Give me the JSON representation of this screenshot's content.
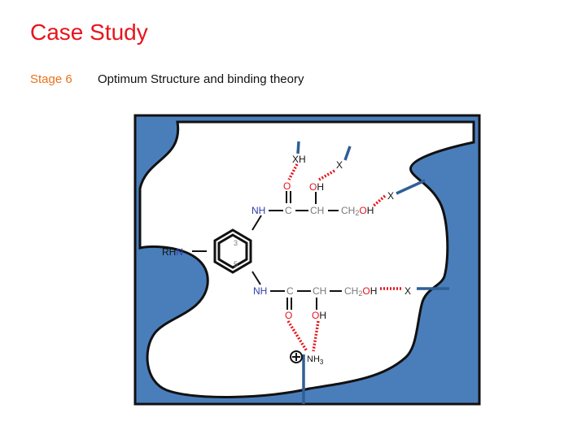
{
  "slide": {
    "title": "Case Study",
    "stage_label": "Stage 6",
    "subtitle": "Optimum Structure and binding theory"
  },
  "colors": {
    "title": "#e8141b",
    "stage": "#e8731a",
    "site_blue": "#4a7ebb",
    "outline": "#111111",
    "bond_red": "#e8141b",
    "nitrogen_blue": "#2d3ea8",
    "grey": "#7a7a7a",
    "text": "#111111"
  },
  "diagram": {
    "binding_site_labels": {
      "xh_top": "XH",
      "x_top": "X",
      "x_right": "X",
      "x_ch2oh": "X",
      "charge": "+",
      "nh3": "NH",
      "nh3_sub": "3"
    },
    "molecule": {
      "upper": {
        "nh": "NH",
        "c": "C",
        "ch": "CH",
        "ch2": "CH",
        "ch2_sub": "2",
        "oh_o": "O",
        "oh_h": "H",
        "o_carbonyl": "O",
        "o_hydroxyl": "O",
        "h_hydroxyl": "H"
      },
      "lower": {
        "nh": "NH",
        "c": "C",
        "ch": "CH",
        "ch2": "CH",
        "ch2_sub": "2",
        "oh_o": "O",
        "oh_h": "H",
        "o_carbonyl": "O",
        "o_hydroxyl": "O",
        "h_hydroxyl": "H"
      },
      "ring": {
        "position_3": "3",
        "position_5": "5",
        "rhn_rh": "RH",
        "rhn_n": "N"
      }
    }
  }
}
